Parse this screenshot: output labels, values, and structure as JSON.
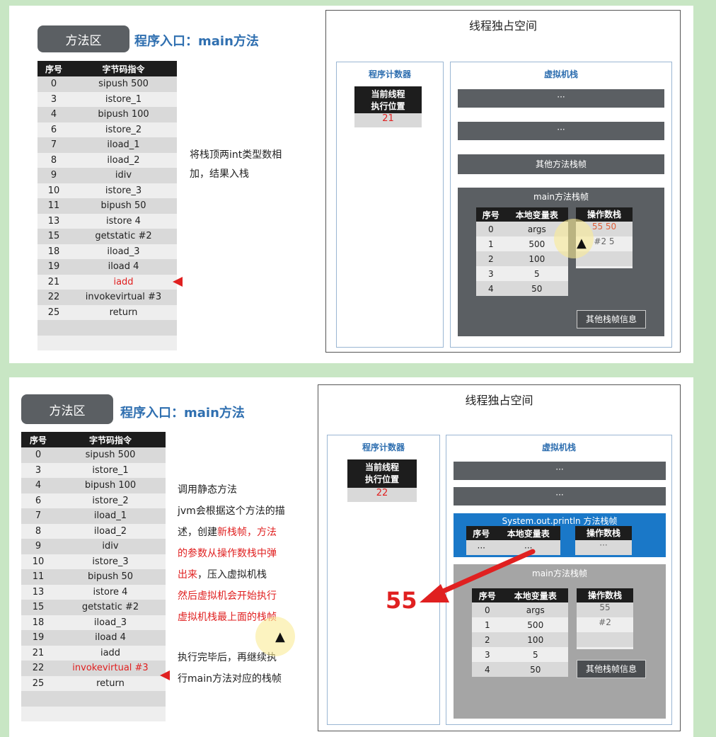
{
  "top": {
    "method_area_label": "方法区",
    "entry_label": "程序入口：main方法",
    "table_headers": [
      "序号",
      "字节码指令"
    ],
    "rows": [
      [
        "0",
        "sipush 500"
      ],
      [
        "3",
        "istore_1"
      ],
      [
        "4",
        "bipush 100"
      ],
      [
        "6",
        "istore_2"
      ],
      [
        "7",
        "iload_1"
      ],
      [
        "8",
        "iload_2"
      ],
      [
        "9",
        "idiv"
      ],
      [
        "10",
        "istore_3"
      ],
      [
        "11",
        "bipush 50"
      ],
      [
        "13",
        "istore 4"
      ],
      [
        "15",
        "getstatic #2"
      ],
      [
        "18",
        "iload_3"
      ],
      [
        "19",
        "iload 4"
      ],
      [
        "21",
        "iadd"
      ],
      [
        "22",
        "invokevirtual #3"
      ],
      [
        "25",
        "return"
      ],
      [
        "",
        ""
      ],
      [
        "",
        ""
      ]
    ],
    "highlight_row": 13,
    "description": [
      "将栈顶两int类型数相",
      "加，结果入栈"
    ],
    "thread_title": "线程独占空间",
    "pc_title": "程序计数器",
    "pc_header": [
      "当前线程",
      "执行位置"
    ],
    "pc_value": "21",
    "vm_title": "虚拟机栈",
    "frame_ellipsis_1": "···",
    "frame_ellipsis_2": "···",
    "other_frame": "其他方法栈帧",
    "main_frame_title": "main方法栈帧",
    "lv_headers": [
      "序号",
      "本地变量表"
    ],
    "lv_rows": [
      [
        "0",
        "args"
      ],
      [
        "1",
        "500"
      ],
      [
        "2",
        "100"
      ],
      [
        "3",
        "5"
      ],
      [
        "4",
        "50"
      ]
    ],
    "op_header": "操作数栈",
    "op_cells": [
      "55 50",
      "#2 5",
      ""
    ],
    "other_info": "其他栈帧信息"
  },
  "bottom": {
    "method_area_label": "方法区",
    "entry_label": "程序入口：main方法",
    "table_headers": [
      "序号",
      "字节码指令"
    ],
    "rows": [
      [
        "0",
        "sipush 500"
      ],
      [
        "3",
        "istore_1"
      ],
      [
        "4",
        "bipush 100"
      ],
      [
        "6",
        "istore_2"
      ],
      [
        "7",
        "iload_1"
      ],
      [
        "8",
        "iload_2"
      ],
      [
        "9",
        "idiv"
      ],
      [
        "10",
        "istore_3"
      ],
      [
        "11",
        "bipush 50"
      ],
      [
        "13",
        "istore 4"
      ],
      [
        "15",
        "getstatic #2"
      ],
      [
        "18",
        "iload_3"
      ],
      [
        "19",
        "iload 4"
      ],
      [
        "21",
        "iadd"
      ],
      [
        "22",
        "invokevirtual #3"
      ],
      [
        "25",
        "return"
      ],
      [
        "",
        ""
      ],
      [
        "",
        ""
      ]
    ],
    "highlight_row": 14,
    "desc_line1": "调用静态方法",
    "desc_line2": "jvm会根据这个方法的描",
    "desc_line3a": "述，创建",
    "desc_line3b": "新栈帧，方法",
    "desc_line4": "的参数从操作数栈中弹",
    "desc_line5a": "出来",
    "desc_line5b": "，压入虚拟机栈",
    "desc_line6": "然后虚拟机会开始执行",
    "desc_line7": "虚拟机栈最上面的栈帧",
    "desc_line8": "执行完毕后，再继续执",
    "desc_line9": "行main方法对应的栈帧",
    "thread_title": "线程独占空间",
    "pc_title": "程序计数器",
    "pc_header": [
      "当前线程",
      "执行位置"
    ],
    "pc_value": "22",
    "vm_title": "虚拟机栈",
    "frame_ellipsis_1": "···",
    "frame_ellipsis_2": "···",
    "sys_frame_title": "System.out.println 方法栈帧",
    "sys_lv_headers": [
      "序号",
      "本地变量表"
    ],
    "sys_lv_cells": [
      "···",
      "···"
    ],
    "sys_op_header": "操作数栈",
    "sys_op_cell": "···",
    "big_value": "55",
    "main_frame_title": "main方法栈帧",
    "lv_headers": [
      "序号",
      "本地变量表"
    ],
    "lv_rows": [
      [
        "0",
        "args"
      ],
      [
        "1",
        "500"
      ],
      [
        "2",
        "100"
      ],
      [
        "3",
        "5"
      ],
      [
        "4",
        "50"
      ]
    ],
    "op_header": "操作数栈",
    "op_cells": [
      "55",
      "#2",
      ""
    ],
    "other_info": "其他栈帧信息"
  }
}
